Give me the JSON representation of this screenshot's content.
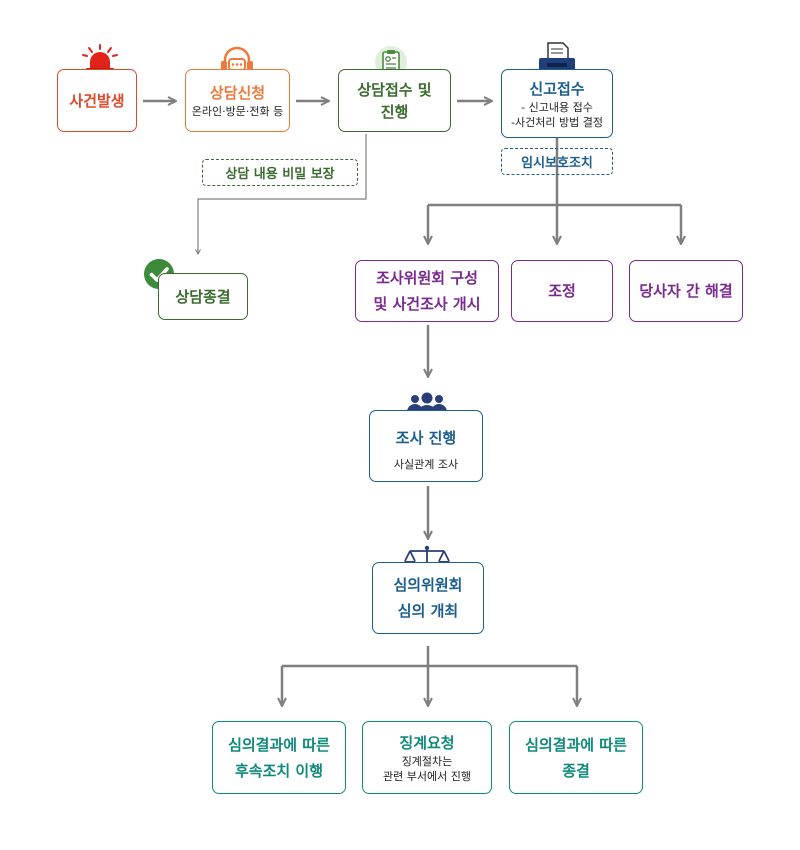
{
  "colors": {
    "red": "#e04a2c",
    "orange": "#ee7a3a",
    "green": "#3b6b2e",
    "blue": "#1c5f8f",
    "purple": "#7a2a8e",
    "navy": "#2a3f7a",
    "teal": "#0f8a7a",
    "arrow": "#7f7f7f"
  },
  "steps": {
    "incident": {
      "title": "사건발생"
    },
    "apply": {
      "title": "상담신청",
      "sub": "온라인·방문·전화 등"
    },
    "intake": {
      "title": "상담접수 및\n진행"
    },
    "report": {
      "title": "신고접수",
      "sub": "- 신고내용 접수\n-사건처리 방법 결정"
    },
    "temp_protect": {
      "label": "임시보호조치"
    },
    "confidential": {
      "label": "상담 내용 비밀 보장"
    },
    "close_counsel": {
      "title": "상담종결"
    },
    "committee": {
      "title": "조사위원회 구성\n및 사건조사 개시"
    },
    "mediation": {
      "title": "조정"
    },
    "parties": {
      "title": "당사자 간 해결"
    },
    "investigation": {
      "title": "조사 진행",
      "sub": "사실관계 조사"
    },
    "deliberation": {
      "title": "심의위원회\n심의 개최"
    },
    "followup": {
      "title": "심의결과에 따른\n후속조치 이행"
    },
    "discipline": {
      "title": "징계요청",
      "sub": "징계절차는\n관련 부서에서 진행"
    },
    "conclude": {
      "title": "심의결과에 따른\n종결"
    }
  },
  "icons": [
    "siren-icon",
    "headset-icon",
    "clipboard-icon",
    "printer-icon",
    "checkmark-icon",
    "people-icon",
    "scale-icon"
  ]
}
